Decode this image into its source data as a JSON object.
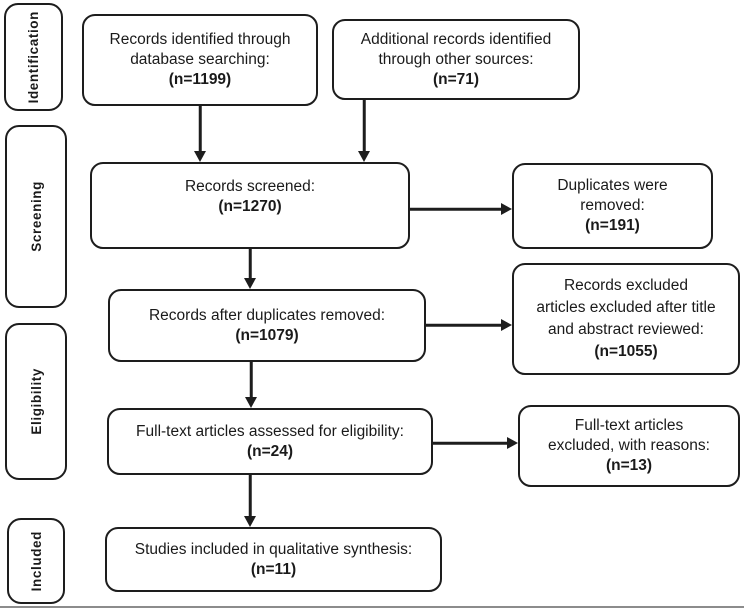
{
  "sidebar": {
    "identification": "Identification",
    "screening": "Screening",
    "eligibility": "Eligibility",
    "included": "Included"
  },
  "boxes": {
    "records_identified": {
      "line1": "Records identified through",
      "line2": "database searching:",
      "n": "(n=1199)"
    },
    "additional_records": {
      "line1": "Additional records identified",
      "line2": "through other sources:",
      "n": "(n=71)"
    },
    "records_screened": {
      "line1": "Records screened:",
      "n": "(n=1270)"
    },
    "duplicates_removed": {
      "line1": "Duplicates were",
      "line2": "removed:",
      "n": "(n=191)"
    },
    "after_duplicates": {
      "line1": "Records after duplicates removed:",
      "n": "(n=1079)"
    },
    "records_excluded": {
      "line1": "Records excluded",
      "line2": "articles excluded after title",
      "line3": "and abstract reviewed:",
      "n": "(n=1055)"
    },
    "fulltext_assessed": {
      "line1": "Full-text articles assessed for eligibility:",
      "n": "(n=24)"
    },
    "fulltext_excluded": {
      "line1": "Full-text articles",
      "line2": "excluded, with reasons:",
      "n": "(n=13)"
    },
    "studies_included": {
      "line1": "Studies included in qualitative synthesis:",
      "n": "(n=11)"
    }
  },
  "colors": {
    "line": "#1d1d1d",
    "background": "#ffffff",
    "bottom_rule": "#8c8c8c"
  }
}
